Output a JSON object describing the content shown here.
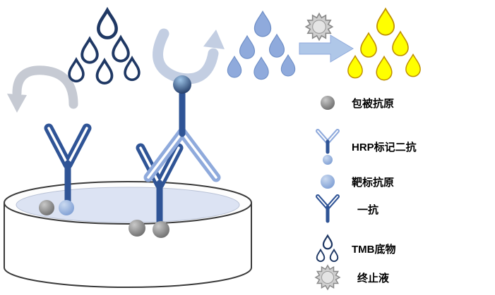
{
  "legend": {
    "items": [
      {
        "icon": "coated-antigen-icon",
        "label": "包被抗原"
      },
      {
        "icon": "hrp-secondary-antibody-icon",
        "label": "HRP标记二抗"
      },
      {
        "icon": "target-antigen-icon",
        "label": "靶标抗原"
      },
      {
        "icon": "primary-antibody-icon",
        "label": "一抗"
      },
      {
        "icon": "tmb-substrate-icon",
        "label": "TMB底物"
      },
      {
        "icon": "stop-solution-icon",
        "label": "终止液"
      }
    ]
  },
  "colors": {
    "navy": "#1F3864",
    "blue": "#2F5496",
    "lightBlue": "#8FAADC",
    "paleArrowBlue": "#C3CEE2",
    "paleArrowGray": "#C6CAD3",
    "blockArrow": "#AFC7E8",
    "yellow": "#FFFF00",
    "yellowEdge": "#BF9000",
    "liquid": "#DCE3F3",
    "dishEdge": "#3A3A3A",
    "text": "#000000"
  }
}
